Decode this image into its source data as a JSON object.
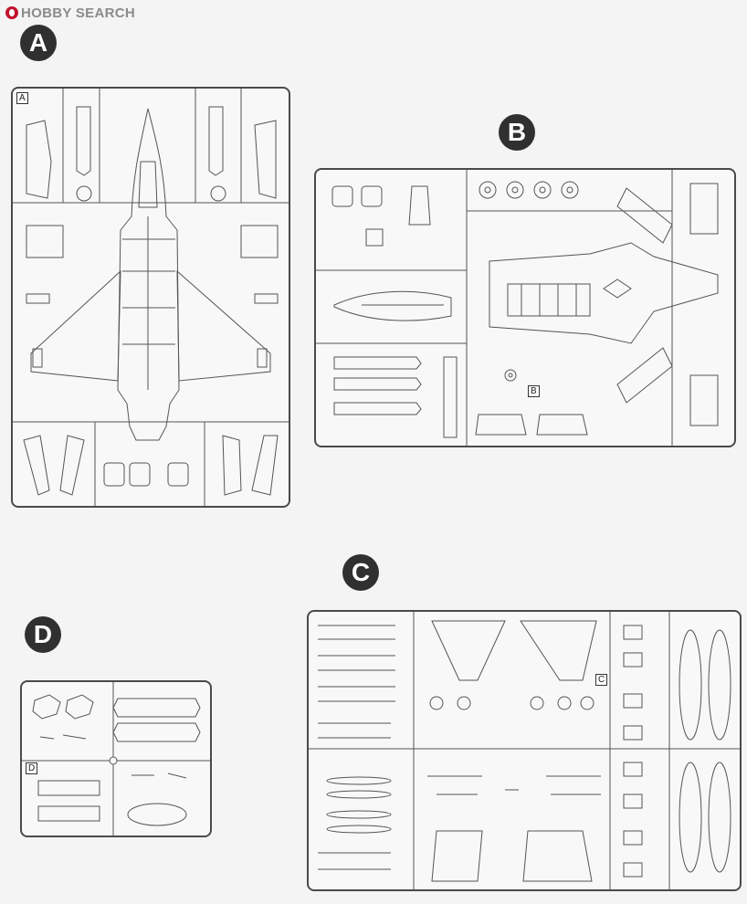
{
  "brand": {
    "name": "HOBBY SEARCH",
    "logo_color": "#c2132c"
  },
  "sprues": {
    "a": {
      "badge": "A",
      "tag": "A"
    },
    "b": {
      "badge": "B",
      "tag": "B"
    },
    "c": {
      "badge": "C",
      "tag": "C"
    },
    "d": {
      "badge": "D",
      "tag": "D"
    }
  },
  "colors": {
    "line": "#4a4a4a",
    "paper": "#f4f4f4",
    "badge": "#303030"
  }
}
